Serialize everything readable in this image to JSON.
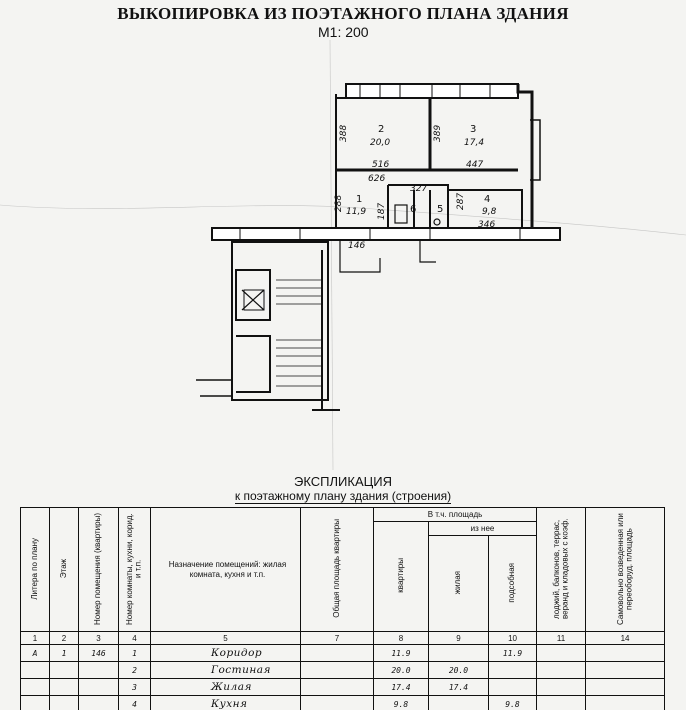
{
  "header": {
    "title": "ВЫКОПИРОВКА ИЗ ПОЭТАЖНОГО ПЛАНА ЗДАНИЯ",
    "scale": "М1: 200"
  },
  "plan": {
    "rooms": [
      {
        "no": "1",
        "area": "11,9"
      },
      {
        "no": "2",
        "area": "20,0"
      },
      {
        "no": "3",
        "area": "17,4"
      },
      {
        "no": "4",
        "area": "9,8"
      },
      {
        "no": "5",
        "area": ""
      },
      {
        "no": "6",
        "area": ""
      }
    ],
    "dimensions": [
      "388",
      "389",
      "516",
      "447",
      "626",
      "327",
      "288",
      "187",
      "287",
      "346",
      "146"
    ]
  },
  "explication": {
    "title": "ЭКСПЛИКАЦИЯ",
    "subtitle": "к поэтажному плану здания (строения)",
    "headers": {
      "litera": "Литера по плану",
      "etazh": "Этаж",
      "nomer_pom": "Номер помещения (квартиры)",
      "nomer_komn": "Номер комнаты, кухни, корид. и т.п.",
      "naznach": "Назначение помещений: жилая комната, кухня и т.п.",
      "obshaya": "Общая площадь квартиры",
      "v_tch": "В т.ч. площадь",
      "iz_nee": "из нее",
      "kvartiry": "квартиры",
      "zhilaya": "жилая",
      "podsobnaya": "подсобная",
      "lodzhii": "лоджий, балконов, террас, веранд и кладовых с коэф.",
      "samovol": "Самовольно возведенная или переоборуд. площадь"
    },
    "col_numbers": [
      "1",
      "2",
      "3",
      "4",
      "5",
      "7",
      "8",
      "9",
      "10",
      "11",
      "14"
    ],
    "rows": [
      {
        "litera": "А",
        "etazh": "1",
        "pom": "146",
        "komn": "1",
        "name": "Коридор",
        "kv": "11.9",
        "zh": "",
        "pods": "11.9"
      },
      {
        "litera": "",
        "etazh": "",
        "pom": "",
        "komn": "2",
        "name": "Гостиная",
        "kv": "20.0",
        "zh": "20.0",
        "pods": ""
      },
      {
        "litera": "",
        "etazh": "",
        "pom": "",
        "komn": "3",
        "name": "Жилая",
        "kv": "17.4",
        "zh": "17.4",
        "pods": ""
      },
      {
        "litera": "",
        "etazh": "",
        "pom": "",
        "komn": "4",
        "name": "Кухня",
        "kv": "9.8",
        "zh": "",
        "pods": "9.8"
      }
    ]
  }
}
